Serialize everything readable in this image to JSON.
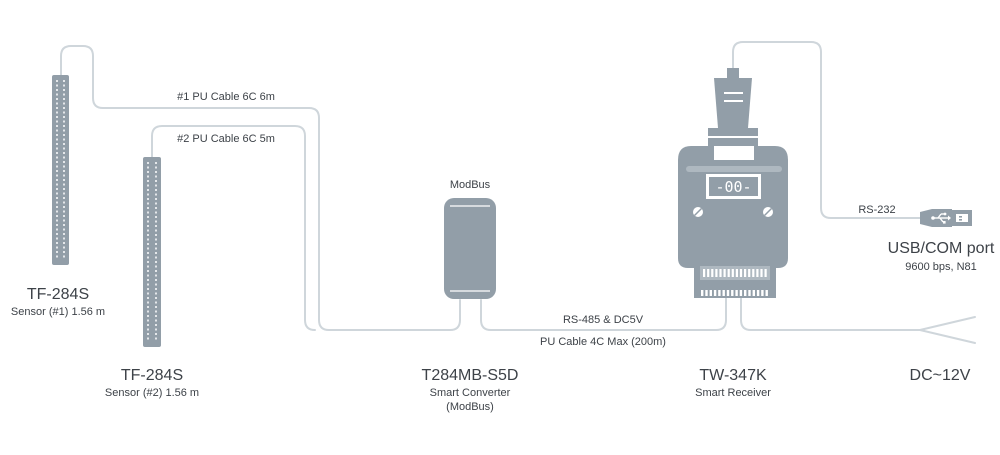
{
  "colors": {
    "wire": "#cfd6db",
    "device": "#929ea8",
    "device_light": "#aeb8c0",
    "text": "#3d4248"
  },
  "cables": {
    "cable1": "#1 PU Cable 6C 6m",
    "cable2": "#2 PU Cable 6C 5m",
    "rs485": "RS-485 & DC5V",
    "pu4c": "PU Cable 4C Max (200m)",
    "rs232": "RS-232"
  },
  "devices": {
    "sensor1": {
      "name": "TF-284S",
      "desc": "Sensor (#1) 1.56 m"
    },
    "sensor2": {
      "name": "TF-284S",
      "desc": "Sensor (#2) 1.56 m"
    },
    "converter": {
      "protocol": "ModBus",
      "name": "T284MB-S5D",
      "desc": "Smart Converter",
      "desc2": "(ModBus)"
    },
    "receiver": {
      "name": "TW-347K",
      "desc": "Smart Receiver",
      "display": "-00-"
    },
    "usb": {
      "name": "USB/COM port",
      "desc": "9600 bps, N81",
      "icon": "usb-icon"
    },
    "power": {
      "name": "DC~12V"
    }
  }
}
